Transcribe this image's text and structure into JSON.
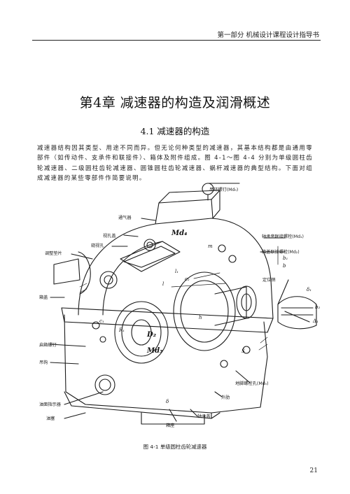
{
  "header": {
    "running_title": "第一部分  机械设计课程设计指导书"
  },
  "chapter": {
    "title": "第4章  减速器的构造及润滑概述"
  },
  "section": {
    "title": "4.1  减速器的构造"
  },
  "body": {
    "paragraph": "减速器结构因其类型、用途不同而异。但无论何种类型的减速器，其基本结构都是由通用零部件（如传动件、支承件和联接件）、箱体及附件组成。图 4-1～图 4-4 分别为单级圆柱齿轮减速器、二级圆柱齿轮减速器、圆锥圆柱齿轮减速器、蜗杆减速器的典型结构。下面对组成减速器的某些零部件作简要说明。"
  },
  "figure": {
    "labels": {
      "lifting_screw": "吊环螺钉(Md₅)",
      "vent": "通气器",
      "sight_cover": "视孔盖",
      "pad": "窥视孔",
      "adjust_washer": "调整垫片",
      "bearing_bolt": "轴承旁联接螺栓(Md₁)",
      "cover_bolt": "箱盖联接螺栓(Md₂)",
      "dowel": "定位销",
      "cover": "箱盖",
      "jack_screw": "启箱螺钉",
      "hook": "吊钩",
      "oil_gauge": "油面指示器",
      "drain_plug": "油塞",
      "anchor_bolt": "地脚螺栓孔(Md₅)",
      "rib": "外肋",
      "bearing_cap": "轴承盖",
      "base": "箱座"
    },
    "symbols": {
      "md4": "Md₄",
      "md3": "Md₃",
      "d2": "D₂",
      "delta1": "δ₁",
      "b1": "b₁",
      "b": "b",
      "l1": "l₁",
      "c1": "c₁",
      "c2": "c₂",
      "r1": "R₁",
      "s": "S",
      "h": "h",
      "m": "m",
      "delta": "Δ₁",
      "b2": "b₂",
      "l": "l",
      "delta_s": "δ"
    },
    "caption": "图 4-1 单级圆柱齿轮减速器"
  },
  "footer": {
    "page_number": "21"
  }
}
